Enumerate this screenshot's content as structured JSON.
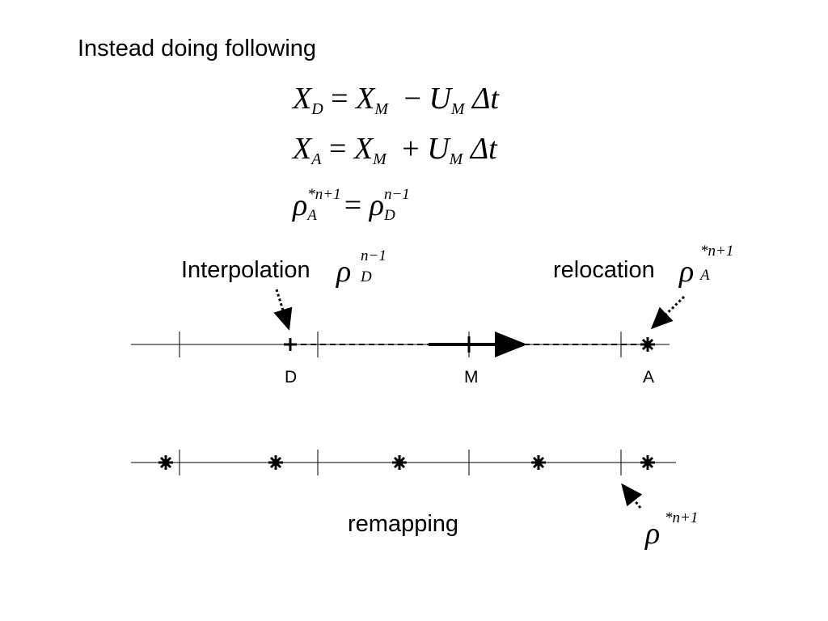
{
  "title": "Instead doing following",
  "equations": [
    {
      "lhs": "X",
      "lhs_sub": "D",
      "rhs1": "X",
      "rhs1_sub": "M",
      "op": "−",
      "rhs2": "U",
      "rhs2_sub": "M",
      "tail": "Δt"
    },
    {
      "lhs": "X",
      "lhs_sub": "A",
      "rhs1": "X",
      "rhs1_sub": "M",
      "op": "+",
      "rhs2": "U",
      "rhs2_sub": "M",
      "tail": "Δt"
    }
  ],
  "eq3": {
    "lhs": "ρ",
    "lhs_sup": "*n+1",
    "lhs_sub": "A",
    "eq": "=",
    "rhs": "ρ",
    "rhs_sup": "n−1",
    "rhs_sub": "D"
  },
  "labels": {
    "interpolation": "Interpolation",
    "interp_rho": "ρ",
    "interp_sup": "n−1",
    "interp_sub": "D",
    "relocation": "relocation",
    "reloc_rho": "ρ",
    "reloc_sup": "*n+1",
    "reloc_sub": "A",
    "remapping": "remapping",
    "remap_rho": "ρ",
    "remap_sup": "*n+1"
  },
  "points": {
    "D": "D",
    "M": "M",
    "A": "A"
  }
}
